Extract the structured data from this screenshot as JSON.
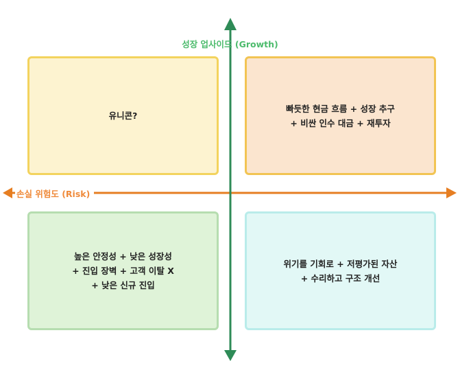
{
  "axes": {
    "vertical_label": "성장 업사이드 (Growth)",
    "horizontal_label": "손실 위험도 (Risk)"
  },
  "quadrants": {
    "top_left": {
      "lines": [
        "유니콘?"
      ]
    },
    "top_right": {
      "lines": [
        "빠듯한 현금 흐름 + 성장 추구",
        "+ 비싼 인수 대금 + 재투자"
      ]
    },
    "bottom_left": {
      "lines": [
        "높은 안정성 + 낮은 성장성",
        "+ 진입 장벽 + 고객 이탈 X",
        "+ 낮은 신규 진입"
      ]
    },
    "bottom_right": {
      "lines": [
        "위기를 기회로 + 저평가된 자산",
        "+ 수리하고 구조 개선"
      ]
    }
  },
  "colors": {
    "vertical_axis": "#2e8b57",
    "horizontal_axis": "#e67e22",
    "vertical_label": "#4cbb6c",
    "horizontal_label": "#ef8a3a",
    "top_left_fill": "#fdf3d0",
    "top_left_border": "#f3d35e",
    "top_right_fill": "#fbe5cf",
    "top_right_border": "#f2c453",
    "bottom_left_fill": "#dff3d8",
    "bottom_left_border": "#b6ddb0",
    "bottom_right_fill": "#e2f8f6",
    "bottom_right_border": "#b9ecea"
  }
}
